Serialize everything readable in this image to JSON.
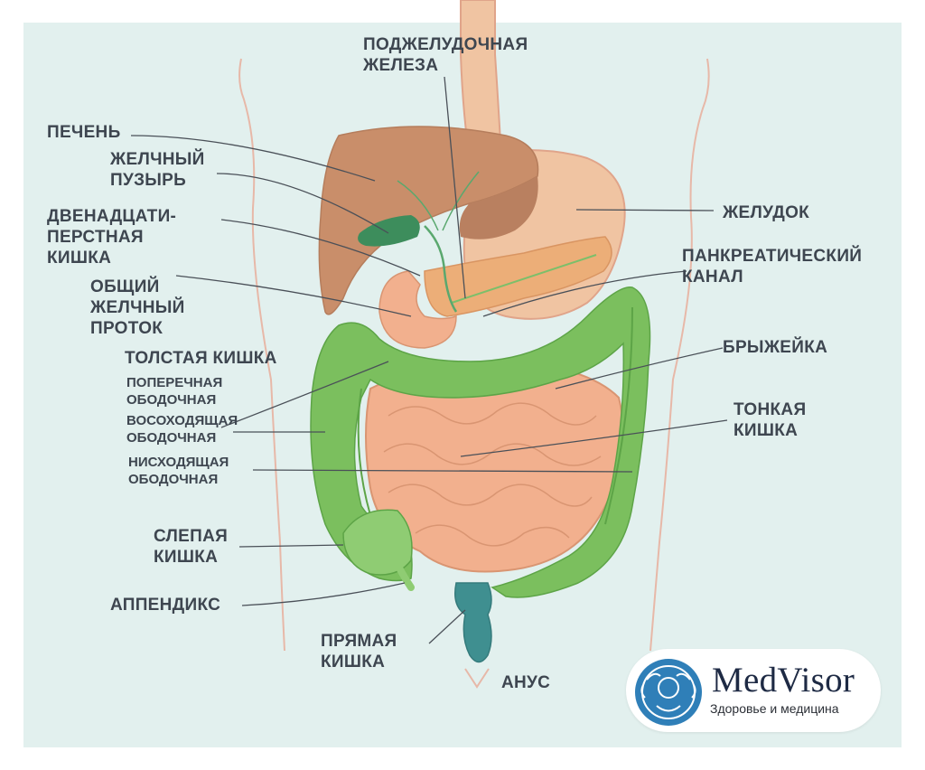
{
  "labels": {
    "pancreas": "ПОДЖЕЛУДОЧНАЯ\nЖЕЛЕЗА",
    "liver": "ПЕЧЕНЬ",
    "gallbladder": "ЖЕЛЧНЫЙ\nПУЗЫРЬ",
    "duodenum": "ДВЕНАДЦАТИ-\nПЕРСТНАЯ\nКИШКА",
    "bile_duct": "ОБЩИЙ\nЖЕЛЧНЫЙ\nПРОТОК",
    "large_intestine": "ТОЛСТАЯ КИШКА",
    "transverse_colon": "ПОПЕРЕЧНАЯ\nОБОДОЧНАЯ",
    "ascending_colon": "ВОСОХОДЯЩАЯ\nОБОДОЧНАЯ",
    "descending_colon": "НИСХОДЯЩАЯ\nОБОДОЧНАЯ",
    "cecum": "СЛЕПАЯ\nКИШКА",
    "appendix": "АППЕНДИКС",
    "rectum": "ПРЯМАЯ\nКИШКА",
    "anus": "АНУС",
    "stomach": "ЖЕЛУДОК",
    "pancreatic_duct": "ПАНКРЕАТИЧЕСКИЙ\nКАНАЛ",
    "mesentery": "БРЫЖЕЙКА",
    "small_intestine": "ТОНКАЯ\nКИШКА"
  },
  "logo": {
    "brand": "MedVisor",
    "tagline": "Здоровье и медицина"
  },
  "colors": {
    "background": "#e2f0ee",
    "liver": "#c98e6a",
    "stomach": "#f0c4a2",
    "pancreas": "#ecae78",
    "colon": "#7bbf5e",
    "small_intestine": "#f2b08e",
    "gallbladder": "#3d8d5c",
    "rectum": "#3f8f90",
    "label": "#3e4650",
    "brand": "#1e2a44",
    "logo_circle": "#2f7fb8"
  }
}
